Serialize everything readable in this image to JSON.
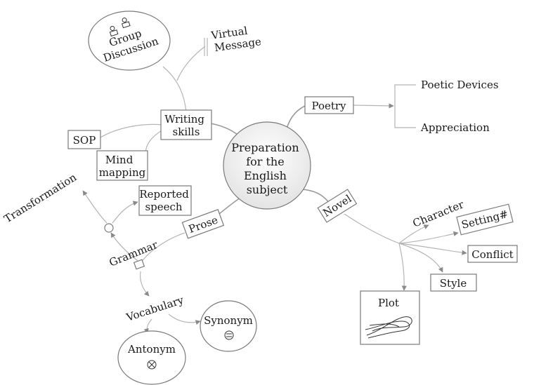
{
  "center": {
    "label_lines": [
      "Preparation",
      "for the",
      "English",
      "subject"
    ]
  },
  "writing_skills": {
    "label_lines": [
      "Writing",
      "skills"
    ],
    "group_discussion_lines": [
      "Group",
      "Discussion"
    ],
    "virtual_message_lines": [
      "Virtual",
      "Message"
    ],
    "sop": "SOP",
    "mind_mapping_lines": [
      "Mind",
      "mapping"
    ]
  },
  "poetry": {
    "label": "Poetry",
    "poetic_devices": "Poetic Devices",
    "appreciation": "Appreciation"
  },
  "novel": {
    "label": "Novel",
    "character": "Character",
    "setting": "Setting#",
    "conflict": "Conflict",
    "style": "Style",
    "plot": "Plot"
  },
  "prose": {
    "label": "Prose",
    "grammar": "Grammar",
    "transformation": "Transformation",
    "reported_speech_lines": [
      "Reported",
      "speech"
    ],
    "vocabulary": "Vocabulary",
    "synonym": "Synonym",
    "antonym": "Antonym"
  }
}
